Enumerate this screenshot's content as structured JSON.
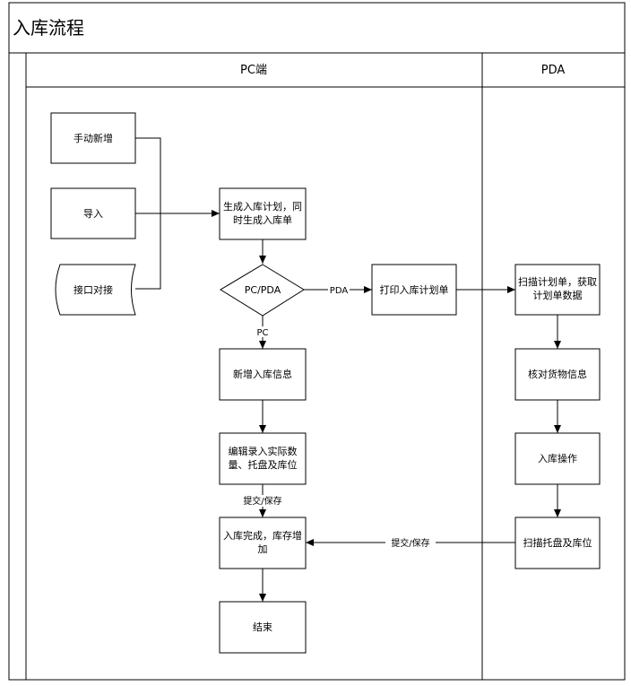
{
  "title": "入库流程",
  "lanes": {
    "pc": "PC端",
    "pda": "PDA"
  },
  "nodes": {
    "manual_add": "手动新增",
    "import": "导入",
    "interface": "接口对接",
    "generate_plan": [
      "生成入库计划，同",
      "时生成入库单"
    ],
    "decision": "PC/PDA",
    "print_plan": "打印入库计划单",
    "scan_plan": [
      "扫描计划单，获取",
      "计划单数据"
    ],
    "new_inbound_info": "新增入库信息",
    "verify_goods": "核对货物信息",
    "edit_entry": [
      "编辑录入实际数",
      "量、托盘及库位"
    ],
    "inbound_operation": "入库操作",
    "inbound_complete": [
      "入库完成，库存增",
      "加"
    ],
    "scan_pallet": "扫描托盘及库位",
    "end": "结束"
  },
  "edges": {
    "pda_label": "PDA",
    "pc_label": "PC",
    "submit_save_1": "提交/保存",
    "submit_save_2": "提交/保存"
  }
}
